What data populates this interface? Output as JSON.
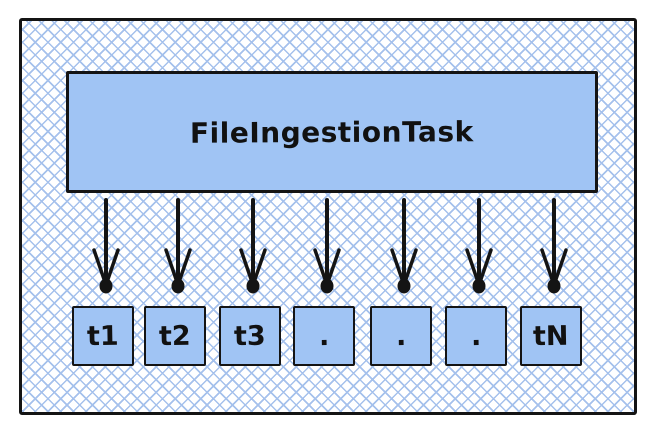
{
  "diagram": {
    "parent_task": {
      "label": "FileIngestionTask"
    },
    "tasks": [
      {
        "label": "t1"
      },
      {
        "label": "t2"
      },
      {
        "label": "t3"
      },
      {
        "label": "."
      },
      {
        "label": "."
      },
      {
        "label": "."
      },
      {
        "label": "tN"
      }
    ],
    "arrow_count": 7,
    "colors": {
      "box_fill": "#a0c4f4",
      "hatch": "#a5c1ec",
      "outline": "#141414"
    }
  }
}
